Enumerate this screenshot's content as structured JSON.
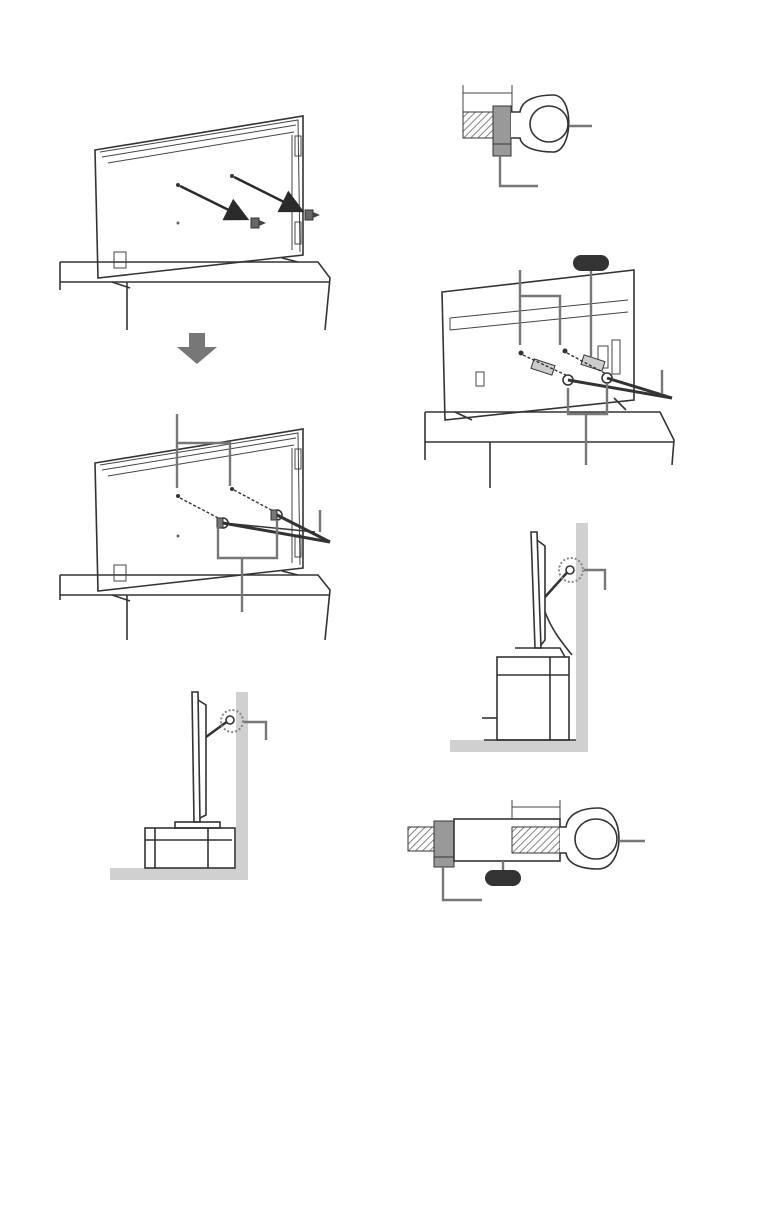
{
  "figures": [
    {
      "id": "tv-remove-screws"
    },
    {
      "id": "step-down-arrow"
    },
    {
      "id": "tv-attach-anchors"
    },
    {
      "id": "side-view-small-tv"
    },
    {
      "id": "eye-bolt-detail-top"
    },
    {
      "id": "tv-attach-anchors-with-spacer"
    },
    {
      "id": "side-view-large-tv"
    },
    {
      "id": "eye-bolt-detail-spacer"
    }
  ],
  "colors": {
    "line": "#333333",
    "callout": "#777777",
    "wall": "#d0d0d0",
    "spacer_badge": "#333333",
    "bolt_hatch": "#999999"
  },
  "icons": [
    "down-arrow-icon",
    "screw-icon",
    "eye-bolt-icon",
    "strap-icon"
  ]
}
